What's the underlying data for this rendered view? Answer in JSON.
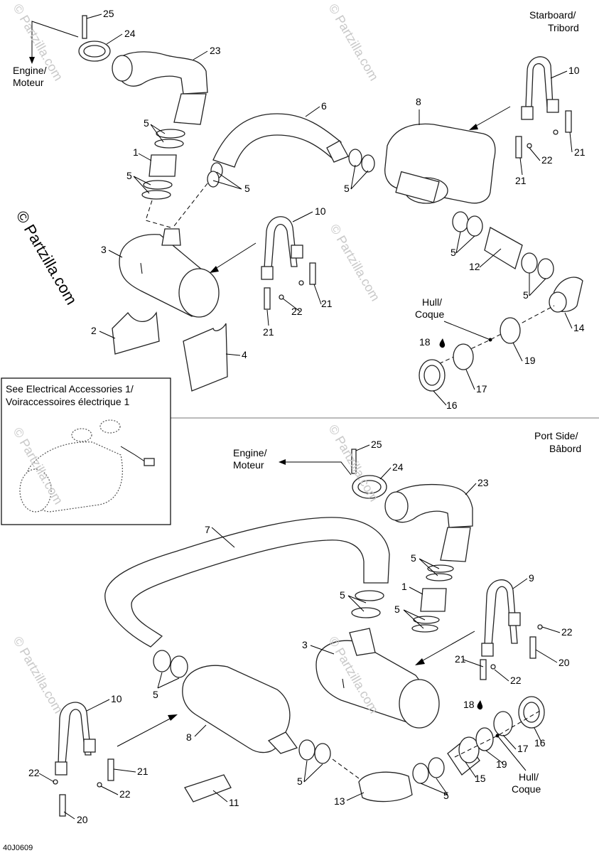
{
  "sections": {
    "starboard": {
      "line1": "Starboard/",
      "line2": "Tribord"
    },
    "port": {
      "line1": "Port Side/",
      "line2": "Bâbord"
    }
  },
  "engine": {
    "line1": "Engine/",
    "line2": "Moteur"
  },
  "hull": {
    "line1": "Hull/",
    "line2": "Coque"
  },
  "inset": {
    "line1": "See Electrical Accessories 1/",
    "line2": "Voiraccessoires électrique 1"
  },
  "watermark": {
    "text": "© Partzilla.com"
  },
  "footer": {
    "code": "40J0609"
  },
  "callouts": {
    "top": [
      "25",
      "24",
      "23",
      "6",
      "8",
      "10",
      "21",
      "22",
      "21",
      "5",
      "1",
      "5",
      "5",
      "5",
      "3",
      "10",
      "22",
      "21",
      "21",
      "2",
      "4",
      "5",
      "12",
      "5",
      "14",
      "18",
      "19",
      "17",
      "16"
    ],
    "bottom": [
      "25",
      "24",
      "23",
      "7",
      "5",
      "1",
      "5",
      "5",
      "9",
      "22",
      "20",
      "3",
      "21",
      "22",
      "5",
      "10",
      "8",
      "21",
      "22",
      "22",
      "20",
      "11",
      "5",
      "13",
      "5",
      "15",
      "18",
      "17",
      "16",
      "19"
    ]
  },
  "labels": {
    "t25": "25",
    "t24": "24",
    "t23": "23",
    "t6": "6",
    "t8": "8",
    "t10a": "10",
    "t21a": "21",
    "t22a": "22",
    "t21b": "21",
    "t5a": "5",
    "t1": "1",
    "t5b": "5",
    "t5c": "5",
    "t5d": "5",
    "t3": "3",
    "t10b": "10",
    "t22b": "22",
    "t21c": "21",
    "t21d": "21",
    "t2": "2",
    "t4": "4",
    "t5e": "5",
    "t12": "12",
    "t5f": "5",
    "t14": "14",
    "t18": "18",
    "t19": "19",
    "t17": "17",
    "t16": "16",
    "b25": "25",
    "b24": "24",
    "b23": "23",
    "b7": "7",
    "b5a": "5",
    "b1": "1",
    "b5b": "5",
    "b5c": "5",
    "b9": "9",
    "b22a": "22",
    "b20a": "20",
    "b3": "3",
    "b21a": "21",
    "b22b": "22",
    "b5d": "5",
    "b10": "10",
    "b8": "8",
    "b21b": "21",
    "b22c": "22",
    "b22d": "22",
    "b20b": "20",
    "b11": "11",
    "b5e": "5",
    "b13": "13",
    "b5f": "5",
    "b15": "15",
    "b18": "18",
    "b17": "17",
    "b16": "16",
    "b19": "19"
  }
}
